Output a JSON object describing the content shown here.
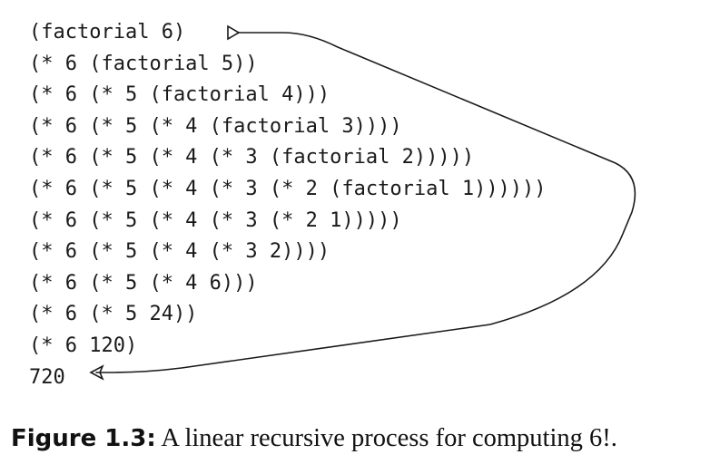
{
  "lines": [
    "(factorial 6)",
    "(* 6 (factorial 5))",
    "(* 6 (* 5 (factorial 4)))",
    "(* 6 (* 5 (* 4 (factorial 3))))",
    "(* 6 (* 5 (* 4 (* 3 (factorial 2)))))",
    "(* 6 (* 5 (* 4 (* 3 (* 2 (factorial 1))))))",
    "(* 6 (* 5 (* 4 (* 3 (* 2 1)))))",
    "(* 6 (* 5 (* 4 (* 3 2))))",
    "(* 6 (* 5 (* 4 6)))",
    "(* 6 (* 5 24))",
    "(* 6 120)",
    "720"
  ],
  "caption": {
    "label": "Figure 1.3:",
    "text": " A linear recursive process for computing 6!."
  },
  "colors": {
    "text": "#1a1a1a",
    "arrow": "#1a1a1a",
    "background": "#ffffff"
  }
}
